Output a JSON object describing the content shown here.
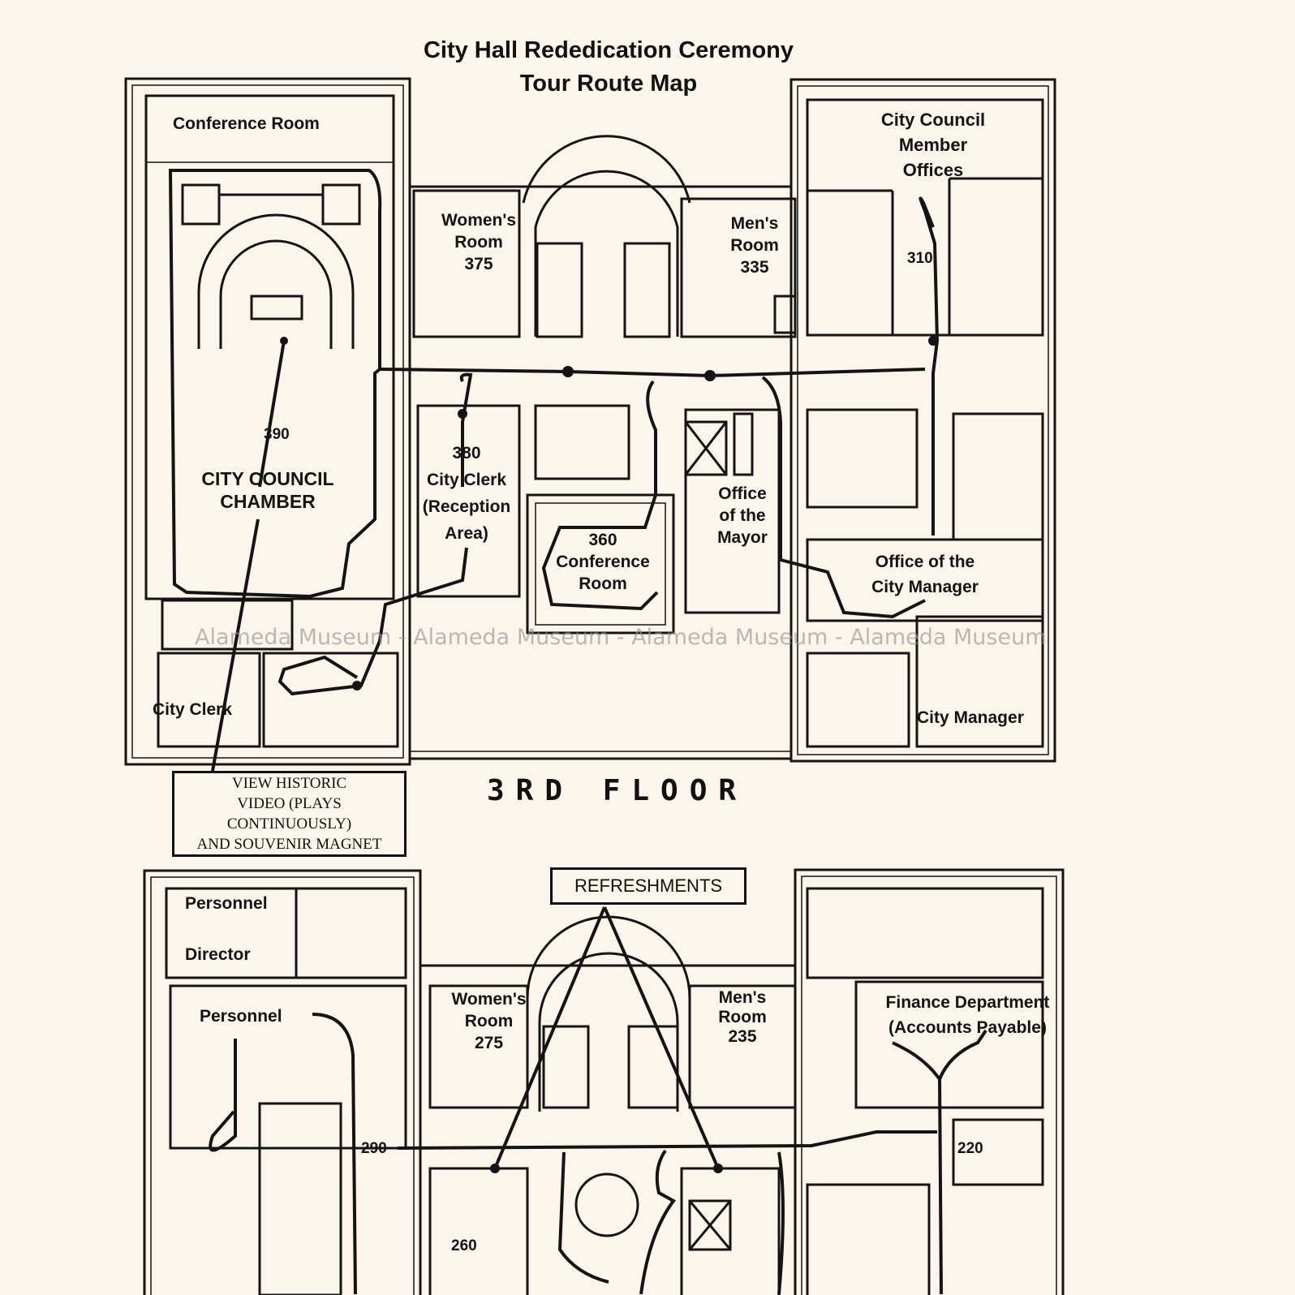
{
  "title_line1": "City Hall Rededication Ceremony",
  "title_line2": "Tour Route Map",
  "floor_label": "3RD FLOOR",
  "watermark": "Alameda Museum - Alameda Museum - Alameda Museum - Alameda Museum",
  "third_floor": {
    "conference_room": "Conference Room",
    "council_offices": "City Council\nMember\nOffices",
    "womens_room": "Women's\nRoom\n375",
    "mens_room": "Men's\nRoom\n335",
    "room_310": "310",
    "room_390": "390",
    "council_chamber": "CITY COUNCIL\nCHAMBER",
    "clerk_reception": "380\nCity Clerk\n(Reception\nArea)",
    "conf_360": "360\nConference\nRoom",
    "mayor": "Office\nof the\nMayor",
    "city_manager_office": "Office of the\nCity Manager",
    "city_clerk": "City Clerk",
    "city_manager": "City Manager",
    "video_box": "VIEW HISTORIC\nVIDEO (PLAYS\nCONTINUOUSLY)\nAND SOUVENIR MAGNET"
  },
  "second_floor": {
    "refreshments": "REFRESHMENTS",
    "personnel": "Personnel",
    "director": "Director",
    "personnel2": "Personnel",
    "womens_room": "Women's\nRoom\n275",
    "mens_room": "Men's\nRoom\n235",
    "finance": "Finance Department\n(Accounts Payable)",
    "room_290": "290",
    "room_220": "220",
    "room_260": "260"
  },
  "colors": {
    "paper": "#fbf5ec",
    "ink": "#141414"
  }
}
